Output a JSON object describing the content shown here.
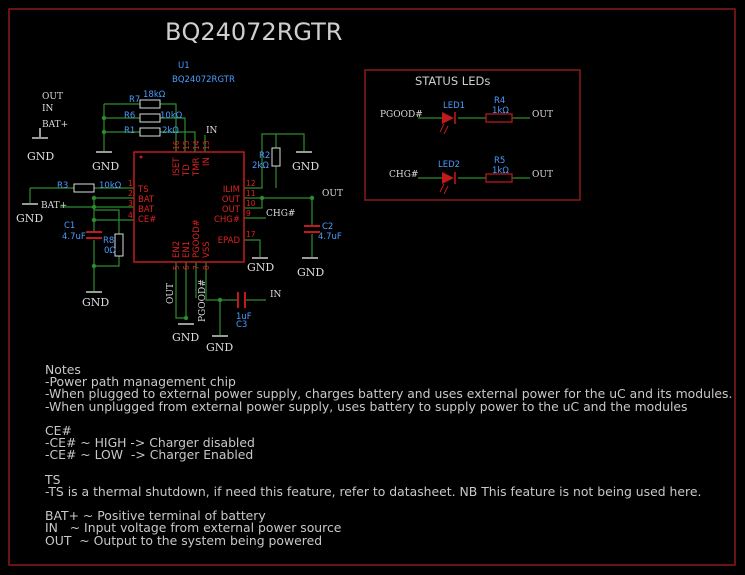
{
  "title": "BQ24072RGTR",
  "chip": {
    "ref": "U1",
    "value": "BQ24072RGTR"
  },
  "status_box_title": "STATUS LEDs",
  "net_labels": {
    "out": "OUT",
    "in": "IN",
    "bat_plus": "BAT+",
    "gnd": "GND",
    "pgood": "PGOOD#",
    "chg": "CHG#"
  },
  "resistors": [
    {
      "ref": "R7",
      "value": "18kΩ"
    },
    {
      "ref": "R6",
      "value": "10kΩ"
    },
    {
      "ref": "R1",
      "value": "2kΩ"
    },
    {
      "ref": "R2",
      "value": "2kΩ"
    },
    {
      "ref": "R3",
      "value": "10kΩ"
    },
    {
      "ref": "R8",
      "value": "0Ω"
    },
    {
      "ref": "R4",
      "value": "1kΩ"
    },
    {
      "ref": "R5",
      "value": "1kΩ"
    }
  ],
  "capacitors": [
    {
      "ref": "C1",
      "value": "4.7uF"
    },
    {
      "ref": "C2",
      "value": "4.7uF"
    },
    {
      "ref": "C3",
      "value": "1uF"
    }
  ],
  "leds": [
    {
      "ref": "LED1"
    },
    {
      "ref": "LED2"
    }
  ],
  "pins": {
    "left": [
      {
        "num": "1",
        "name": "TS"
      },
      {
        "num": "2",
        "name": "BAT"
      },
      {
        "num": "3",
        "name": "BAT"
      },
      {
        "num": "4",
        "name": "CE#"
      }
    ],
    "top": [
      {
        "num": "16",
        "name": "ISET"
      },
      {
        "num": "15",
        "name": "TD"
      },
      {
        "num": "14",
        "name": "TMR"
      },
      {
        "num": "13",
        "name": "IN"
      }
    ],
    "right": [
      {
        "num": "12",
        "name": "ILIM"
      },
      {
        "num": "11",
        "name": "OUT"
      },
      {
        "num": "10",
        "name": "OUT"
      },
      {
        "num": "9",
        "name": "CHG#"
      },
      {
        "num": "17",
        "name": "EPAD"
      }
    ],
    "bottom": [
      {
        "num": "5",
        "name": "EN2"
      },
      {
        "num": "6",
        "name": "EN1"
      },
      {
        "num": "7",
        "name": "PGOOD#"
      },
      {
        "num": "8",
        "name": "VSS"
      }
    ]
  },
  "notes": [
    "Notes",
    "-Power path management chip",
    "-When plugged to external power supply, charges battery and uses external power for the uC and its modules.",
    "-When unplugged from external power supply, uses battery to supply power to the uC and the modules",
    "",
    "CE#",
    "-CE# ~ HIGH -> Charger disabled",
    "-CE# ~ LOW  -> Charger Enabled",
    "",
    "TS",
    "-TS is a thermal shutdown, if need this feature, refer to datasheet. NB This feature is not being used here.",
    "",
    "BAT+ ~ Positive terminal of battery",
    "IN   ~ Input voltage from external power source",
    "OUT  ~ Output to the system being powered"
  ],
  "colors": {
    "frame": "#8c1a1a",
    "wire": "#2e8b2e",
    "part": "#c21a1a",
    "ref_text": "#4a9cff",
    "text": "#dcdcdc",
    "title": "#cfcfcf",
    "background": "#000000"
  }
}
